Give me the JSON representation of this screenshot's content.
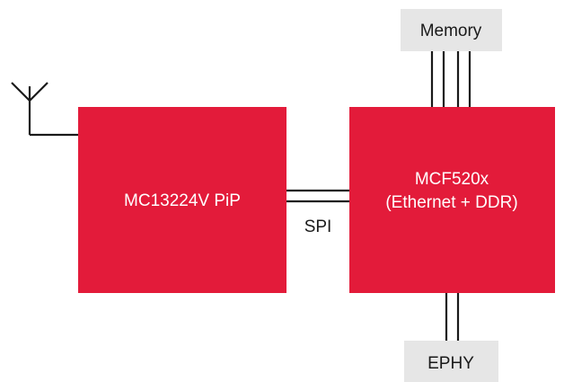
{
  "colors": {
    "block_fill": "#e31b3a",
    "peripheral_fill": "#e6e6e6",
    "line": "#1a1a1a",
    "block_text": "#ffffff",
    "label_text": "#1a1a1a"
  },
  "icons": {
    "antenna": "antenna-icon"
  },
  "blocks": {
    "radio": {
      "label": "MC13224V PiP"
    },
    "processor": {
      "line1": "MCF520x",
      "line2": "(Ethernet + DDR)"
    }
  },
  "peripherals": {
    "memory": {
      "label": "Memory"
    },
    "ephy": {
      "label": "EPHY"
    }
  },
  "buses": {
    "spi": {
      "label": "SPI"
    }
  }
}
